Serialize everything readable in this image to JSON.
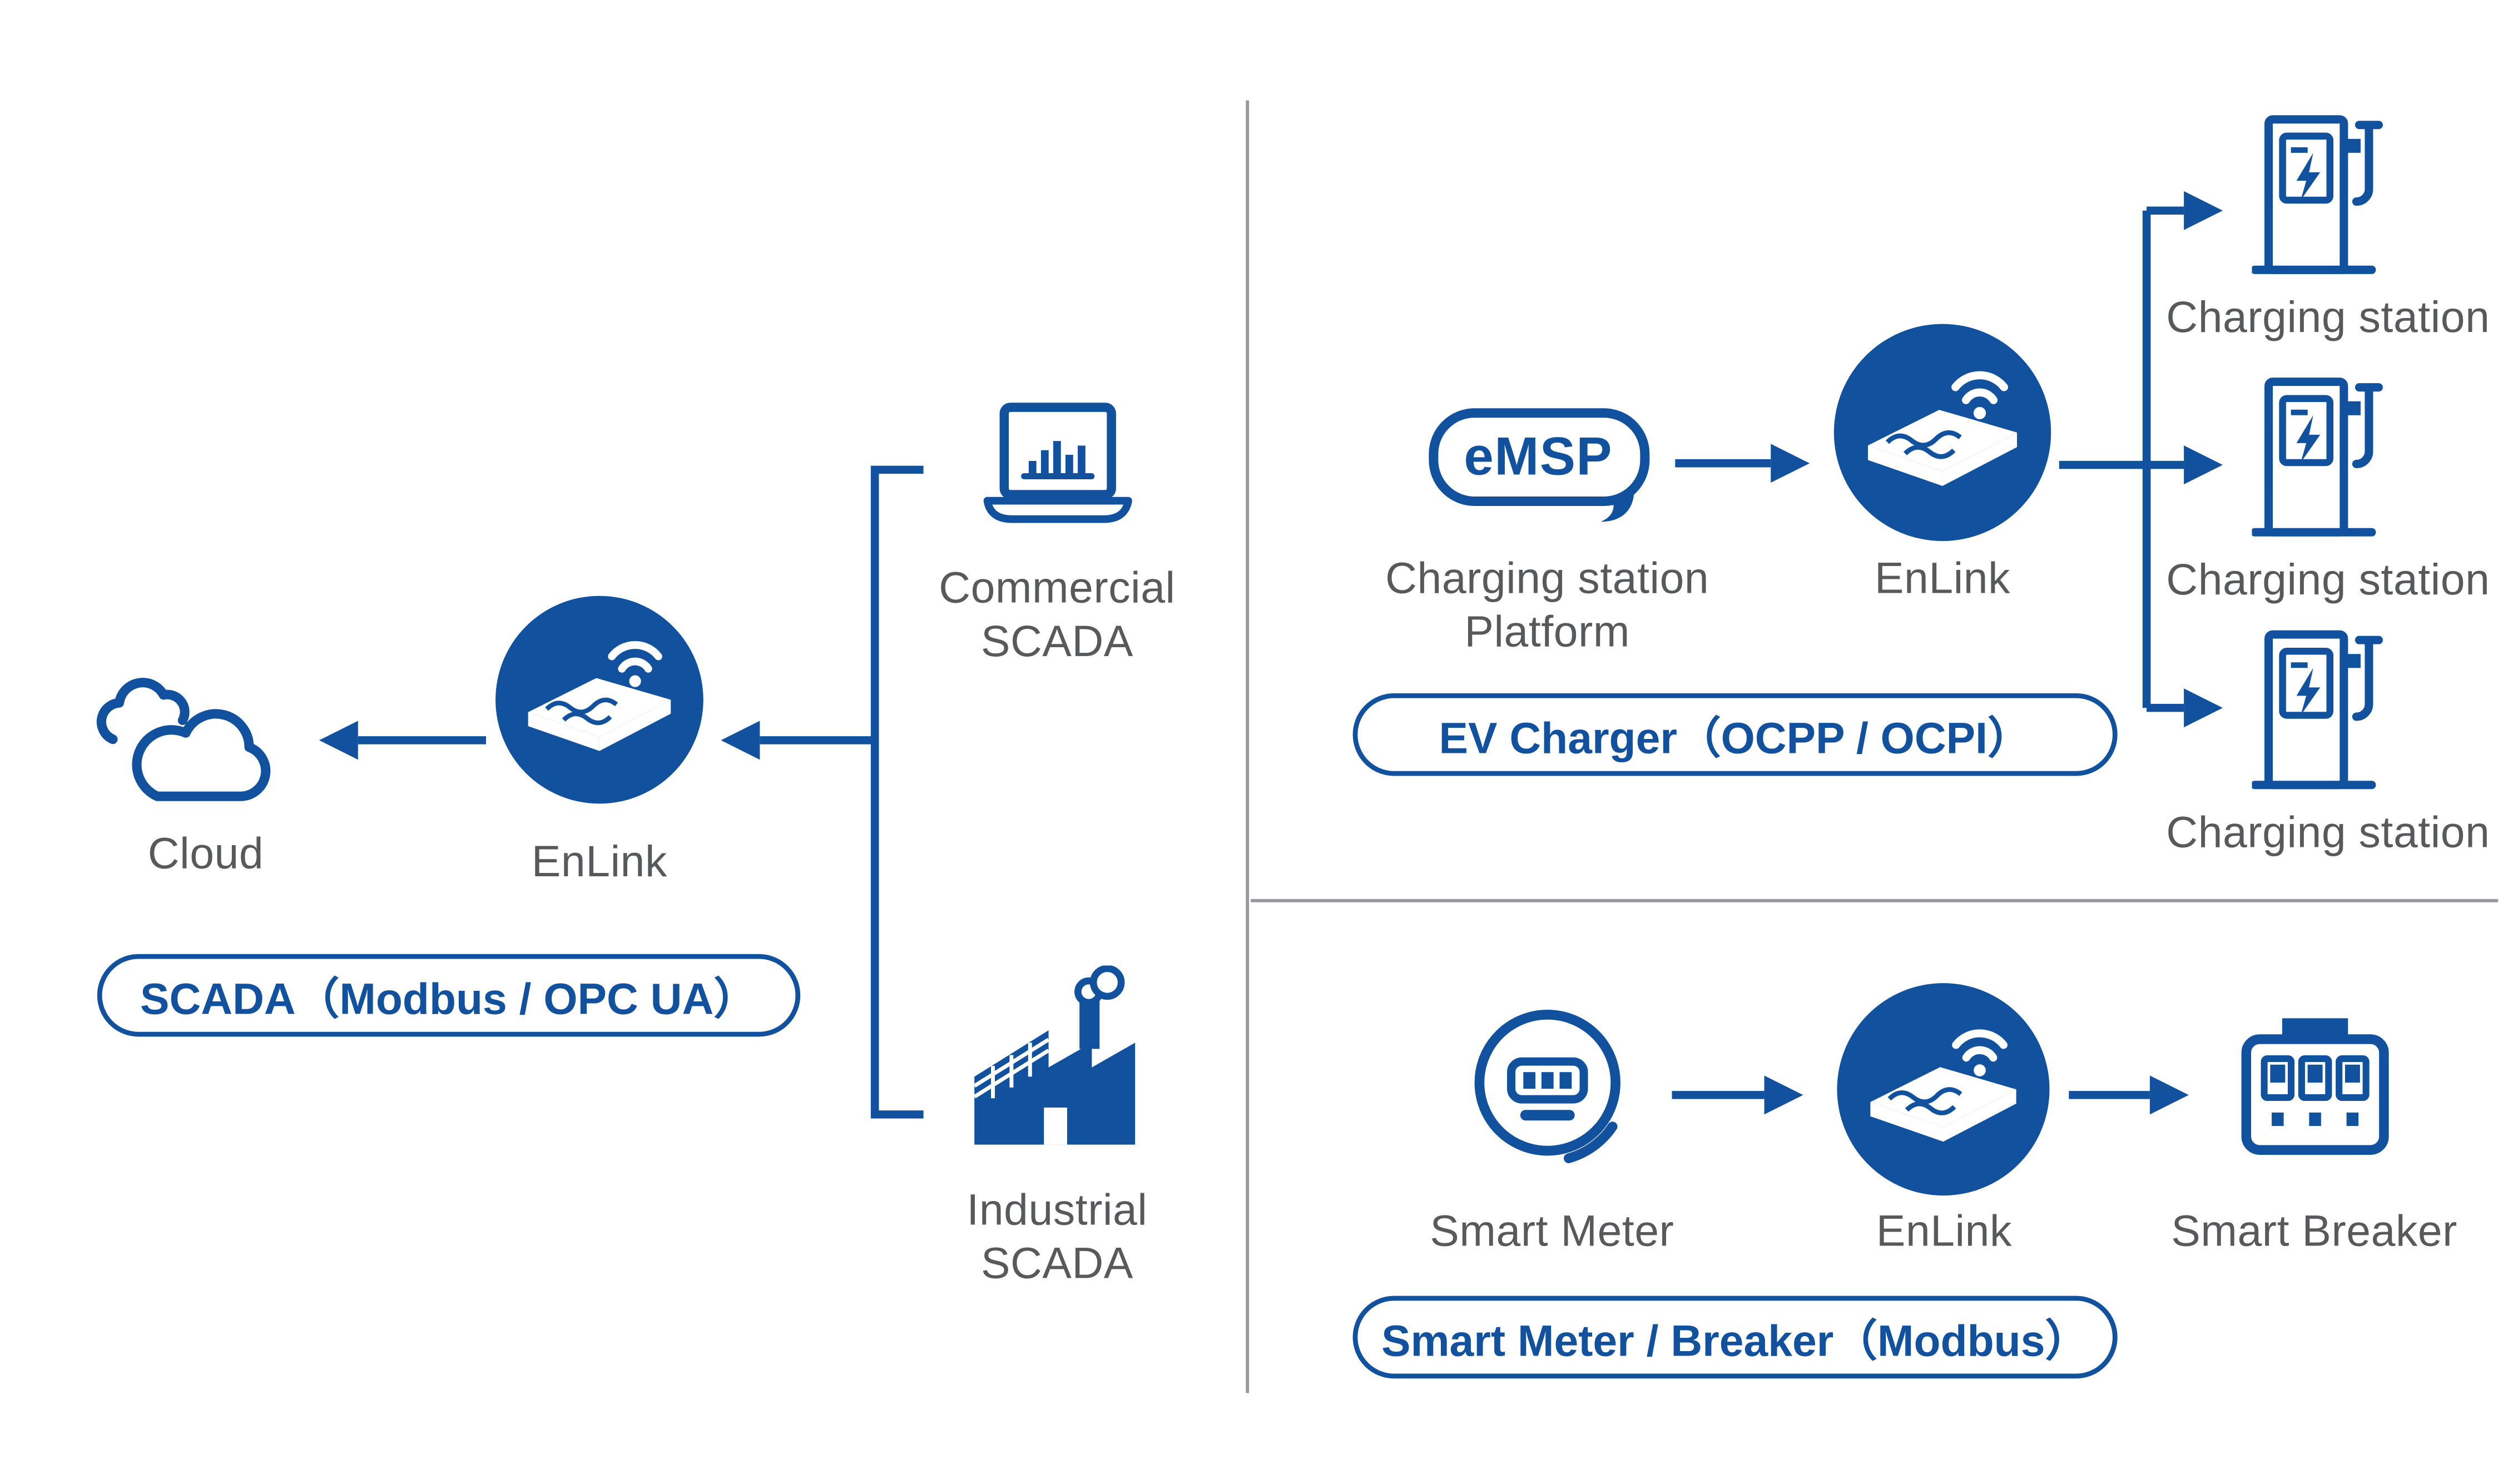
{
  "colors": {
    "primary": "#11519E",
    "label": "#58595B",
    "divider": "#97999B"
  },
  "left_panel": {
    "cloud_label": "Cloud",
    "enlink_label": "EnLink",
    "commercial_scada_label": "Commercial\nSCADA",
    "industrial_scada_label": "Industrial\nSCADA",
    "pill": "SCADA（Modbus / OPC UA）"
  },
  "top_right_panel": {
    "emsp_label": "eMSP",
    "platform_label": "Charging station\nPlatform",
    "enlink_label": "EnLink",
    "charging_station_labels": [
      "Charging station",
      "Charging station",
      "Charging station"
    ],
    "pill": "EV Charger（OCPP / OCPI）"
  },
  "bottom_right_panel": {
    "smart_meter_label": "Smart Meter",
    "enlink_label": "EnLink",
    "smart_breaker_label": "Smart Breaker",
    "pill": "Smart Meter / Breaker（Modbus）"
  }
}
